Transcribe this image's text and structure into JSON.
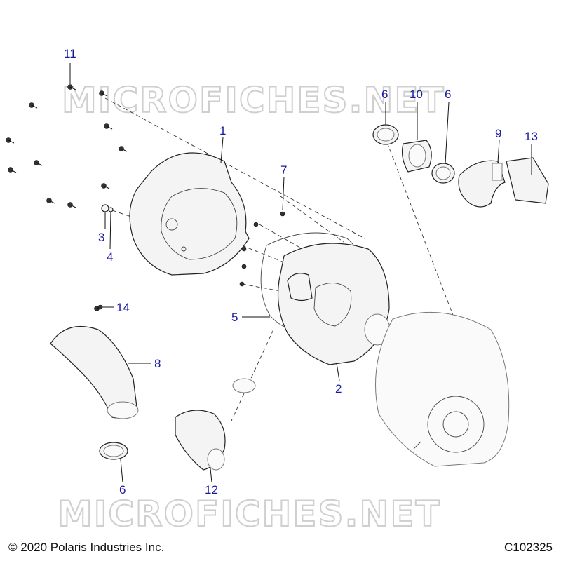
{
  "watermark": {
    "text": "MICROFICHES.NET"
  },
  "footer": {
    "copyright": "© 2020 Polaris Industries Inc.",
    "drawing_id": "C102325"
  },
  "callouts": [
    {
      "id": "callout-11",
      "label": "11"
    },
    {
      "id": "callout-1",
      "label": "1"
    },
    {
      "id": "callout-7",
      "label": "7"
    },
    {
      "id": "callout-3",
      "label": "3"
    },
    {
      "id": "callout-4",
      "label": "4"
    },
    {
      "id": "callout-6a",
      "label": "6"
    },
    {
      "id": "callout-10",
      "label": "10"
    },
    {
      "id": "callout-6b",
      "label": "6"
    },
    {
      "id": "callout-9",
      "label": "9"
    },
    {
      "id": "callout-13",
      "label": "13"
    },
    {
      "id": "callout-5",
      "label": "5"
    },
    {
      "id": "callout-2",
      "label": "2"
    },
    {
      "id": "callout-14",
      "label": "14"
    },
    {
      "id": "callout-8",
      "label": "8"
    },
    {
      "id": "callout-6c",
      "label": "6"
    },
    {
      "id": "callout-12",
      "label": "12"
    }
  ]
}
